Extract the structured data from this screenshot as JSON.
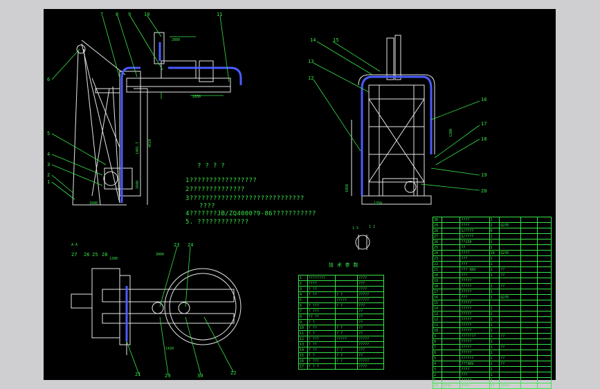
{
  "drawing": {
    "balloons_side": [
      "7",
      "8",
      "9",
      "10",
      "11",
      "6",
      "5",
      "4",
      "3",
      "2",
      "1"
    ],
    "balloons_end": [
      "14",
      "15",
      "13",
      "12",
      "16",
      "17",
      "18",
      "19",
      "20"
    ],
    "balloons_plan": [
      "27",
      "26",
      "25",
      "28",
      "23",
      "24",
      "21",
      "29",
      "30",
      "22"
    ],
    "dims": {
      "top_pipe": "2880",
      "side_span": "2850",
      "height_main": "4610",
      "height_sub": "1401.7",
      "height_low": "1040",
      "base_w": "1600",
      "end_base": "1350",
      "end_h1": "1050",
      "end_h2": "1200",
      "plan_w": "1200",
      "plan_len": "3000",
      "plan_sub": "1420"
    },
    "view_labels": {
      "detail_a": "1 5",
      "detail_b": "1 2",
      "plan_title": "A-A"
    }
  },
  "notes": {
    "title": "? ? ? ?",
    "lines": [
      "1?????????????????",
      "2??????????????",
      "3?????????????????????????????",
      "????",
      "4???????JB/ZQ4000?9-86???????????",
      "5. ?????????????"
    ]
  },
  "tech_table": {
    "title": "技 术 参 数",
    "rows": [
      [
        "1",
        "????????",
        "",
        "????"
      ],
      [
        "2",
        "????",
        "",
        "???"
      ],
      [
        "3",
        "? ??",
        "",
        "????"
      ],
      [
        "4",
        "? ??",
        "? ?",
        "?????"
      ],
      [
        "5",
        "",
        "?????",
        "?????"
      ],
      [
        "6",
        "? ???",
        "? ?",
        "???"
      ],
      [
        "7",
        "? ???",
        "",
        "??"
      ],
      [
        "8",
        "?? ??",
        "",
        "??"
      ],
      [
        "9",
        "? ?",
        "",
        "??"
      ],
      [
        "10",
        "? ??",
        "? ?",
        "??"
      ],
      [
        "11",
        "? ?",
        "? ?",
        "??"
      ],
      [
        "12",
        "? ???",
        "?????",
        "?????"
      ],
      [
        "13",
        "? ??",
        "",
        "?????"
      ],
      [
        "14",
        "? ??",
        "? ?",
        "???"
      ],
      [
        "15",
        "? ?",
        "? ?",
        "??"
      ],
      [
        "16",
        "? ???",
        "? ?",
        "?????"
      ],
      [
        "17",
        "? ? ?",
        "",
        "????"
      ]
    ]
  },
  "parts_table": {
    "rows": [
      [
        "30",
        "",
        "????",
        "1",
        "",
        "",
        ""
      ],
      [
        "29",
        "",
        "????",
        "1",
        "Q235",
        "",
        ""
      ],
      [
        "28",
        "",
        "1/????",
        "6",
        "",
        "",
        ""
      ],
      [
        "27",
        "",
        "1/????",
        "1",
        "",
        "",
        ""
      ],
      [
        "26",
        "",
        "??150",
        "1",
        "",
        "",
        ""
      ],
      [
        "25",
        "",
        "??",
        "1",
        "",
        "",
        ""
      ],
      [
        "24",
        "",
        "????",
        "19",
        "Q235",
        "",
        ""
      ],
      [
        "23",
        "",
        "???",
        "1",
        "",
        "",
        ""
      ],
      [
        "22",
        "",
        "???",
        "1",
        "",
        "",
        ""
      ],
      [
        "21",
        "",
        "??? SKU",
        "1",
        "??",
        "",
        ""
      ],
      [
        "20",
        "",
        "???",
        "1",
        "??",
        "",
        ""
      ],
      [
        "19",
        "",
        "?????",
        "",
        "",
        "",
        ""
      ],
      [
        "18",
        "",
        "?????",
        "1",
        "??",
        "",
        ""
      ],
      [
        "17",
        "",
        "?????",
        "1",
        "",
        "",
        ""
      ],
      [
        "16",
        "",
        "???",
        "1",
        "Q235",
        "",
        ""
      ],
      [
        "15",
        "",
        "?????",
        "",
        "",
        "",
        ""
      ],
      [
        "14",
        "",
        "?????",
        "1",
        "",
        "",
        ""
      ],
      [
        "13",
        "",
        "?????",
        "1",
        "",
        "",
        ""
      ],
      [
        "12",
        "",
        "?????",
        "1",
        "",
        "",
        ""
      ],
      [
        "11",
        "",
        "?????",
        "1",
        "",
        "",
        ""
      ],
      [
        "10",
        "",
        "?????",
        "1",
        "",
        "",
        ""
      ],
      [
        "9",
        "",
        "???????",
        "1",
        "??",
        "",
        ""
      ],
      [
        "8",
        "",
        "?????",
        "1",
        "",
        "",
        ""
      ],
      [
        "7",
        "",
        "?????",
        "1",
        "??",
        "",
        ""
      ],
      [
        "6",
        "",
        "?????",
        "1",
        "",
        "",
        ""
      ],
      [
        "5",
        "",
        "??????",
        "1",
        "??",
        "",
        ""
      ],
      [
        "4",
        "",
        "???SKU",
        "1",
        "??",
        "",
        ""
      ],
      [
        "3",
        "",
        "????",
        "1",
        "",
        "",
        ""
      ],
      [
        "2",
        "",
        "???",
        "1",
        "",
        "",
        ""
      ],
      [
        "1",
        "",
        "?????",
        "1",
        "",
        "",
        ""
      ],
      [
        "??",
        "????",
        "????",
        "??",
        "????",
        "",
        ""
      ]
    ]
  }
}
